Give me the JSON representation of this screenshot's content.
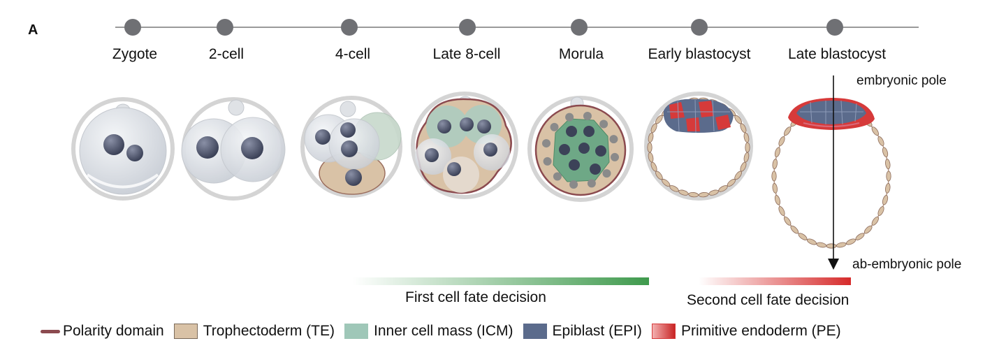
{
  "panel_label": "A",
  "stages": [
    {
      "name": "Zygote"
    },
    {
      "name": "2-cell"
    },
    {
      "name": "4-cell"
    },
    {
      "name": "Late 8-cell"
    },
    {
      "name": "Morula"
    },
    {
      "name": "Early blastocyst"
    },
    {
      "name": "Late blastocyst"
    }
  ],
  "poles": {
    "embryonic": "embryonic pole",
    "abembryonic": "ab-embryonic pole"
  },
  "decisions": {
    "first": {
      "label": "First cell fate decision",
      "color": "#3f9a4d"
    },
    "second": {
      "label": "Second cell fate decision",
      "color": "#d62b2b"
    }
  },
  "legend": [
    {
      "label": "Polarity domain",
      "color": "#8b4a4f",
      "kind": "line"
    },
    {
      "label": "Trophectoderm (TE)",
      "color": "#d9c2a6",
      "kind": "box"
    },
    {
      "label": "Inner cell mass (ICM)",
      "color": "#9fc7b8",
      "kind": "box"
    },
    {
      "label": "Epiblast (EPI)",
      "color": "#5b6b8c",
      "kind": "box"
    },
    {
      "label": "Primitive endoderm (PE)",
      "color": "#d63a3a",
      "kind": "box"
    }
  ],
  "colors": {
    "timeline": "#9a9a9a",
    "node": "#6f7074",
    "zona": "#d4d4d4",
    "cell": "#e3e6ea",
    "nucleus": "#4d536a",
    "te": "#d9c2a6",
    "icm": "#6ea886",
    "epi": "#5b6b8c",
    "pe": "#d63a3a",
    "polarity": "#8b4a4f"
  }
}
